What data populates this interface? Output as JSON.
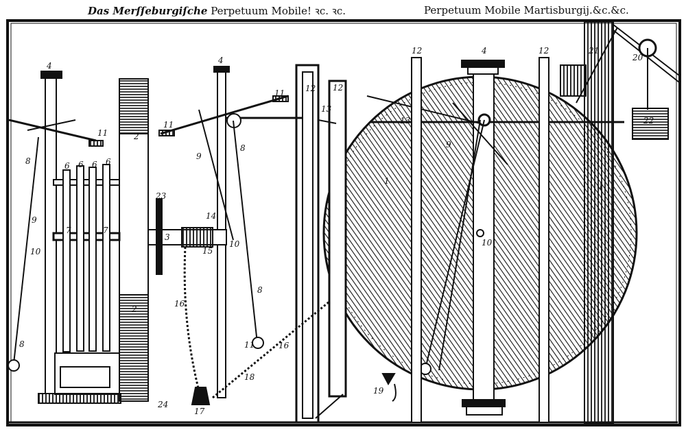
{
  "header": {
    "left_title_gothic": "Das Merſſeburgiſche",
    "left_title_roman": "Perpetuum Mobile! ꝛc. ꝛc.",
    "right_title": "Perpetuum Mobile Martisburgij.&c.&c."
  },
  "engraving": {
    "ink_color": "#111111",
    "paper_color": "#ffffff",
    "labels": [
      {
        "id": "l1",
        "text": "4"
      },
      {
        "id": "l2",
        "text": "4"
      },
      {
        "id": "l3",
        "text": "4"
      },
      {
        "id": "l4",
        "text": "12"
      },
      {
        "id": "l5",
        "text": "12"
      },
      {
        "id": "l6",
        "text": "12"
      },
      {
        "id": "l7",
        "text": "12"
      },
      {
        "id": "l8",
        "text": "11"
      },
      {
        "id": "l9",
        "text": "11"
      },
      {
        "id": "l10",
        "text": "11"
      },
      {
        "id": "l11",
        "text": "11"
      },
      {
        "id": "l12",
        "text": "13"
      },
      {
        "id": "l13",
        "text": "13"
      },
      {
        "id": "l14",
        "text": "2"
      },
      {
        "id": "l15",
        "text": "2"
      },
      {
        "id": "l16",
        "text": "6"
      },
      {
        "id": "l17",
        "text": "6"
      },
      {
        "id": "l18",
        "text": "6"
      },
      {
        "id": "l19",
        "text": "6"
      },
      {
        "id": "l20",
        "text": "7"
      },
      {
        "id": "l21",
        "text": "7"
      },
      {
        "id": "l22",
        "text": "8"
      },
      {
        "id": "l23",
        "text": "8"
      },
      {
        "id": "l24",
        "text": "8"
      },
      {
        "id": "l25",
        "text": "8"
      },
      {
        "id": "l26",
        "text": "9"
      },
      {
        "id": "l27",
        "text": "9"
      },
      {
        "id": "l28",
        "text": "9"
      },
      {
        "id": "l29",
        "text": "10"
      },
      {
        "id": "l30",
        "text": "10"
      },
      {
        "id": "l31",
        "text": "10"
      },
      {
        "id": "l32",
        "text": "1"
      },
      {
        "id": "l33",
        "text": "1"
      },
      {
        "id": "l34",
        "text": "3"
      },
      {
        "id": "l35",
        "text": "14"
      },
      {
        "id": "l36",
        "text": "15"
      },
      {
        "id": "l37",
        "text": "16"
      },
      {
        "id": "l38",
        "text": "16"
      },
      {
        "id": "l39",
        "text": "17"
      },
      {
        "id": "l40",
        "text": "18"
      },
      {
        "id": "l41",
        "text": "19"
      },
      {
        "id": "l42",
        "text": "20"
      },
      {
        "id": "l43",
        "text": "21"
      },
      {
        "id": "l44",
        "text": "22"
      },
      {
        "id": "l45",
        "text": "23"
      },
      {
        "id": "l46",
        "text": "24"
      }
    ]
  }
}
